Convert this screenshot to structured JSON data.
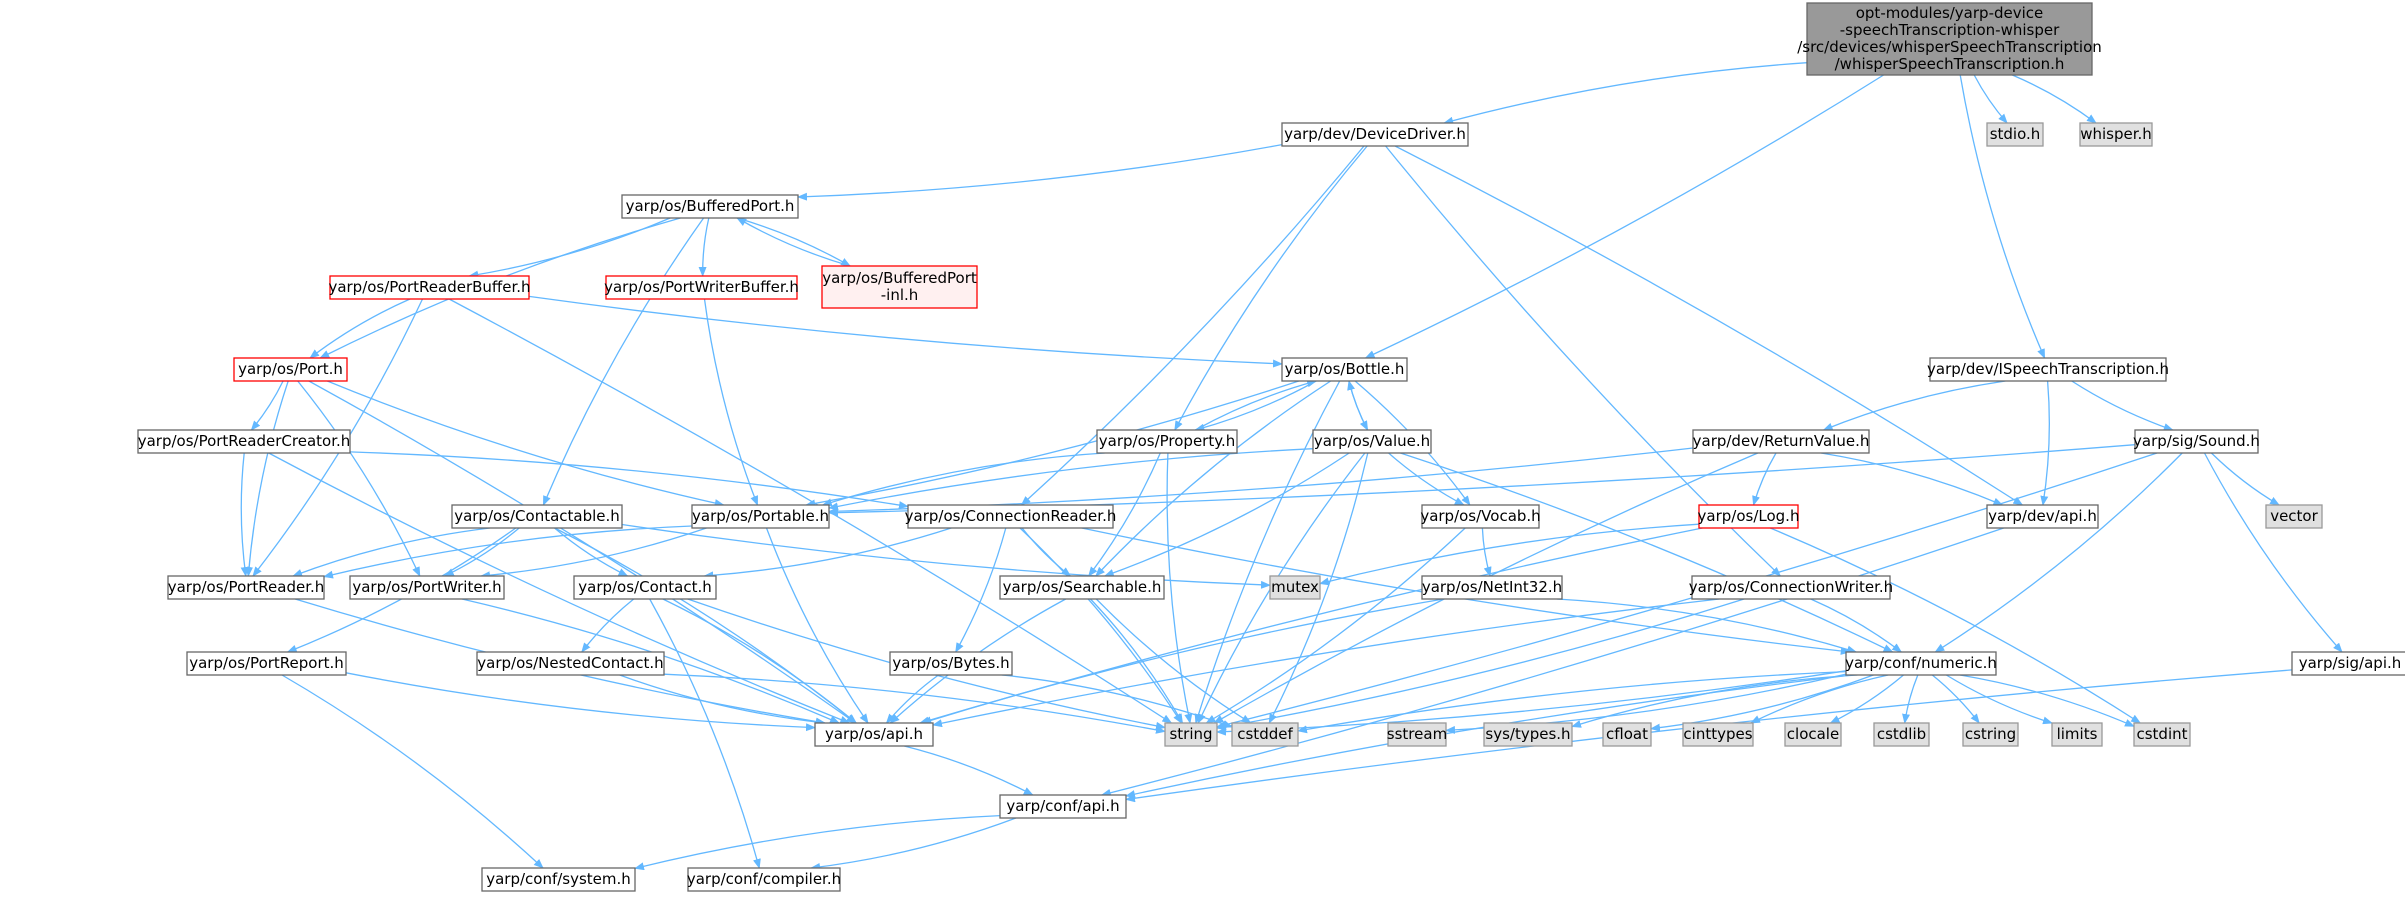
{
  "colors": {
    "edge": "#63b8ff",
    "node_fill": "#ffffff",
    "node_stroke": "#666666",
    "node_text": "#000000",
    "ext_fill": "#e0e0e0",
    "ext_stroke": "#999999",
    "ext_text": "#000000",
    "root_fill": "#999999",
    "root_stroke": "#666666",
    "root_text": "#000000",
    "red_fill": "#ffffff",
    "red_stroke": "#ff0000",
    "red_text": "#000000",
    "pink_fill": "#fff0f0",
    "pink_stroke": "#ff0000"
  },
  "nodes": [
    {
      "id": "root",
      "lines": [
        "opt-modules/yarp-device",
        "-speechTranscription-whisper",
        "/src/devices/whisperSpeechTranscription",
        "/whisperSpeechTranscription.h"
      ],
      "kind": "root"
    },
    {
      "id": "deviceDriver",
      "lines": [
        "yarp/dev/DeviceDriver.h"
      ],
      "kind": "normal"
    },
    {
      "id": "stdio",
      "lines": [
        "stdio.h"
      ],
      "kind": "external"
    },
    {
      "id": "whisper",
      "lines": [
        "whisper.h"
      ],
      "kind": "external"
    },
    {
      "id": "bufferedPort",
      "lines": [
        "yarp/os/BufferedPort.h"
      ],
      "kind": "normal"
    },
    {
      "id": "portReaderBuffer",
      "lines": [
        "yarp/os/PortReaderBuffer.h"
      ],
      "kind": "red"
    },
    {
      "id": "portWriterBuffer",
      "lines": [
        "yarp/os/PortWriterBuffer.h"
      ],
      "kind": "red"
    },
    {
      "id": "bufferedPortInl",
      "lines": [
        "yarp/os/BufferedPort",
        "-inl.h"
      ],
      "kind": "pink"
    },
    {
      "id": "port",
      "lines": [
        "yarp/os/Port.h"
      ],
      "kind": "red"
    },
    {
      "id": "bottle",
      "lines": [
        "yarp/os/Bottle.h"
      ],
      "kind": "normal"
    },
    {
      "id": "iSpeech",
      "lines": [
        "yarp/dev/ISpeechTranscription.h"
      ],
      "kind": "normal"
    },
    {
      "id": "portReaderCreator",
      "lines": [
        "yarp/os/PortReaderCreator.h"
      ],
      "kind": "normal"
    },
    {
      "id": "property",
      "lines": [
        "yarp/os/Property.h"
      ],
      "kind": "normal"
    },
    {
      "id": "value",
      "lines": [
        "yarp/os/Value.h"
      ],
      "kind": "normal"
    },
    {
      "id": "returnValue",
      "lines": [
        "yarp/dev/ReturnValue.h"
      ],
      "kind": "normal"
    },
    {
      "id": "sound",
      "lines": [
        "yarp/sig/Sound.h"
      ],
      "kind": "normal"
    },
    {
      "id": "contactable",
      "lines": [
        "yarp/os/Contactable.h"
      ],
      "kind": "normal"
    },
    {
      "id": "portable",
      "lines": [
        "yarp/os/Portable.h"
      ],
      "kind": "normal"
    },
    {
      "id": "connectionReader",
      "lines": [
        "yarp/os/ConnectionReader.h"
      ],
      "kind": "normal"
    },
    {
      "id": "vocab",
      "lines": [
        "yarp/os/Vocab.h"
      ],
      "kind": "normal"
    },
    {
      "id": "log",
      "lines": [
        "yarp/os/Log.h"
      ],
      "kind": "red"
    },
    {
      "id": "devApi",
      "lines": [
        "yarp/dev/api.h"
      ],
      "kind": "normal"
    },
    {
      "id": "vector",
      "lines": [
        "vector"
      ],
      "kind": "external"
    },
    {
      "id": "portReader",
      "lines": [
        "yarp/os/PortReader.h"
      ],
      "kind": "normal"
    },
    {
      "id": "portWriter",
      "lines": [
        "yarp/os/PortWriter.h"
      ],
      "kind": "normal"
    },
    {
      "id": "contact",
      "lines": [
        "yarp/os/Contact.h"
      ],
      "kind": "normal"
    },
    {
      "id": "mutex",
      "lines": [
        "mutex"
      ],
      "kind": "external"
    },
    {
      "id": "searchable",
      "lines": [
        "yarp/os/Searchable.h"
      ],
      "kind": "normal"
    },
    {
      "id": "netInt32",
      "lines": [
        "yarp/os/NetInt32.h"
      ],
      "kind": "normal"
    },
    {
      "id": "connectionWriter",
      "lines": [
        "yarp/os/ConnectionWriter.h"
      ],
      "kind": "normal"
    },
    {
      "id": "portReport",
      "lines": [
        "yarp/os/PortReport.h"
      ],
      "kind": "normal"
    },
    {
      "id": "nestedContact",
      "lines": [
        "yarp/os/NestedContact.h"
      ],
      "kind": "normal"
    },
    {
      "id": "bytes",
      "lines": [
        "yarp/os/Bytes.h"
      ],
      "kind": "normal"
    },
    {
      "id": "numeric",
      "lines": [
        "yarp/conf/numeric.h"
      ],
      "kind": "normal"
    },
    {
      "id": "sigApi",
      "lines": [
        "yarp/sig/api.h"
      ],
      "kind": "normal"
    },
    {
      "id": "osApi",
      "lines": [
        "yarp/os/api.h"
      ],
      "kind": "normal"
    },
    {
      "id": "string",
      "lines": [
        "string"
      ],
      "kind": "external"
    },
    {
      "id": "cstddef",
      "lines": [
        "cstddef"
      ],
      "kind": "external"
    },
    {
      "id": "sstream",
      "lines": [
        "sstream"
      ],
      "kind": "external"
    },
    {
      "id": "systypes",
      "lines": [
        "sys/types.h"
      ],
      "kind": "external"
    },
    {
      "id": "cfloat",
      "lines": [
        "cfloat"
      ],
      "kind": "external"
    },
    {
      "id": "cinttypes",
      "lines": [
        "cinttypes"
      ],
      "kind": "external"
    },
    {
      "id": "clocale",
      "lines": [
        "clocale"
      ],
      "kind": "external"
    },
    {
      "id": "cstdlib",
      "lines": [
        "cstdlib"
      ],
      "kind": "external"
    },
    {
      "id": "cstring",
      "lines": [
        "cstring"
      ],
      "kind": "external"
    },
    {
      "id": "limits",
      "lines": [
        "limits"
      ],
      "kind": "external"
    },
    {
      "id": "cstdint",
      "lines": [
        "cstdint"
      ],
      "kind": "external"
    },
    {
      "id": "confApi",
      "lines": [
        "yarp/conf/api.h"
      ],
      "kind": "normal"
    },
    {
      "id": "system",
      "lines": [
        "yarp/conf/system.h"
      ],
      "kind": "normal"
    },
    {
      "id": "compiler",
      "lines": [
        "yarp/conf/compiler.h"
      ],
      "kind": "normal"
    }
  ],
  "edges": [
    [
      "root",
      "deviceDriver"
    ],
    [
      "root",
      "bottle"
    ],
    [
      "root",
      "stdio"
    ],
    [
      "root",
      "whisper"
    ],
    [
      "root",
      "iSpeech"
    ],
    [
      "deviceDriver",
      "bufferedPort"
    ],
    [
      "deviceDriver",
      "property"
    ],
    [
      "deviceDriver",
      "connectionReader"
    ],
    [
      "deviceDriver",
      "connectionWriter"
    ],
    [
      "deviceDriver",
      "devApi"
    ],
    [
      "bufferedPort",
      "port"
    ],
    [
      "bufferedPort",
      "portReaderBuffer"
    ],
    [
      "bufferedPort",
      "portWriterBuffer"
    ],
    [
      "bufferedPort",
      "bufferedPortInl"
    ],
    [
      "bufferedPort",
      "contactable"
    ],
    [
      "bufferedPortInl",
      "bufferedPort"
    ],
    [
      "portReaderBuffer",
      "port"
    ],
    [
      "portReaderBuffer",
      "portReader"
    ],
    [
      "portReaderBuffer",
      "bottle"
    ],
    [
      "portReaderBuffer",
      "string"
    ],
    [
      "portWriterBuffer",
      "portable"
    ],
    [
      "port",
      "portReaderCreator"
    ],
    [
      "port",
      "portReader"
    ],
    [
      "port",
      "portWriter"
    ],
    [
      "port",
      "portable"
    ],
    [
      "port",
      "osApi"
    ],
    [
      "portReaderCreator",
      "portReader"
    ],
    [
      "portReaderCreator",
      "connectionReader"
    ],
    [
      "portReaderCreator",
      "osApi"
    ],
    [
      "bottle",
      "property"
    ],
    [
      "bottle",
      "value"
    ],
    [
      "bottle",
      "portable"
    ],
    [
      "bottle",
      "searchable"
    ],
    [
      "bottle",
      "vocab"
    ],
    [
      "bottle",
      "string"
    ],
    [
      "property",
      "bottle"
    ],
    [
      "property",
      "portable"
    ],
    [
      "property",
      "searchable"
    ],
    [
      "property",
      "string"
    ],
    [
      "value",
      "bottle"
    ],
    [
      "value",
      "portable"
    ],
    [
      "value",
      "searchable"
    ],
    [
      "value",
      "vocab"
    ],
    [
      "value",
      "numeric"
    ],
    [
      "value",
      "string"
    ],
    [
      "value",
      "cstddef"
    ],
    [
      "iSpeech",
      "returnValue"
    ],
    [
      "iSpeech",
      "devApi"
    ],
    [
      "iSpeech",
      "sound"
    ],
    [
      "returnValue",
      "portable"
    ],
    [
      "returnValue",
      "log"
    ],
    [
      "returnValue",
      "devApi"
    ],
    [
      "returnValue",
      "string"
    ],
    [
      "sound",
      "portable"
    ],
    [
      "sound",
      "vector"
    ],
    [
      "sound",
      "numeric"
    ],
    [
      "sound",
      "sigApi"
    ],
    [
      "sound",
      "string"
    ],
    [
      "contactable",
      "portReader"
    ],
    [
      "contactable",
      "portWriter"
    ],
    [
      "contactable",
      "contact"
    ],
    [
      "contactable",
      "portReport"
    ],
    [
      "contactable",
      "mutex"
    ],
    [
      "contactable",
      "osApi"
    ],
    [
      "portable",
      "portReader"
    ],
    [
      "portable",
      "portWriter"
    ],
    [
      "portable",
      "osApi"
    ],
    [
      "connectionReader",
      "contact"
    ],
    [
      "connectionReader",
      "searchable"
    ],
    [
      "connectionReader",
      "bytes"
    ],
    [
      "connectionReader",
      "numeric"
    ],
    [
      "connectionReader",
      "string"
    ],
    [
      "vocab",
      "netInt32"
    ],
    [
      "vocab",
      "string"
    ],
    [
      "log",
      "mutex"
    ],
    [
      "log",
      "cstdint"
    ],
    [
      "log",
      "osApi"
    ],
    [
      "devApi",
      "confApi"
    ],
    [
      "portReader",
      "osApi"
    ],
    [
      "portWriter",
      "osApi"
    ],
    [
      "contact",
      "nestedContact"
    ],
    [
      "contact",
      "osApi"
    ],
    [
      "contact",
      "string"
    ],
    [
      "contact",
      "compiler"
    ],
    [
      "searchable",
      "osApi"
    ],
    [
      "searchable",
      "string"
    ],
    [
      "searchable",
      "cstddef"
    ],
    [
      "netInt32",
      "numeric"
    ],
    [
      "netInt32",
      "osApi"
    ],
    [
      "connectionWriter",
      "numeric"
    ],
    [
      "connectionWriter",
      "osApi"
    ],
    [
      "connectionWriter",
      "string"
    ],
    [
      "portReport",
      "osApi"
    ],
    [
      "portReport",
      "system"
    ],
    [
      "nestedContact",
      "osApi"
    ],
    [
      "nestedContact",
      "string"
    ],
    [
      "bytes",
      "osApi"
    ],
    [
      "bytes",
      "cstddef"
    ],
    [
      "numeric",
      "confApi"
    ],
    [
      "numeric",
      "string"
    ],
    [
      "numeric",
      "cstddef"
    ],
    [
      "numeric",
      "sstream"
    ],
    [
      "numeric",
      "systypes"
    ],
    [
      "numeric",
      "cfloat"
    ],
    [
      "numeric",
      "cinttypes"
    ],
    [
      "numeric",
      "clocale"
    ],
    [
      "numeric",
      "cstdlib"
    ],
    [
      "numeric",
      "cstring"
    ],
    [
      "numeric",
      "limits"
    ],
    [
      "numeric",
      "cstdint"
    ],
    [
      "sigApi",
      "confApi"
    ],
    [
      "osApi",
      "confApi"
    ],
    [
      "confApi",
      "system"
    ],
    [
      "confApi",
      "compiler"
    ]
  ]
}
